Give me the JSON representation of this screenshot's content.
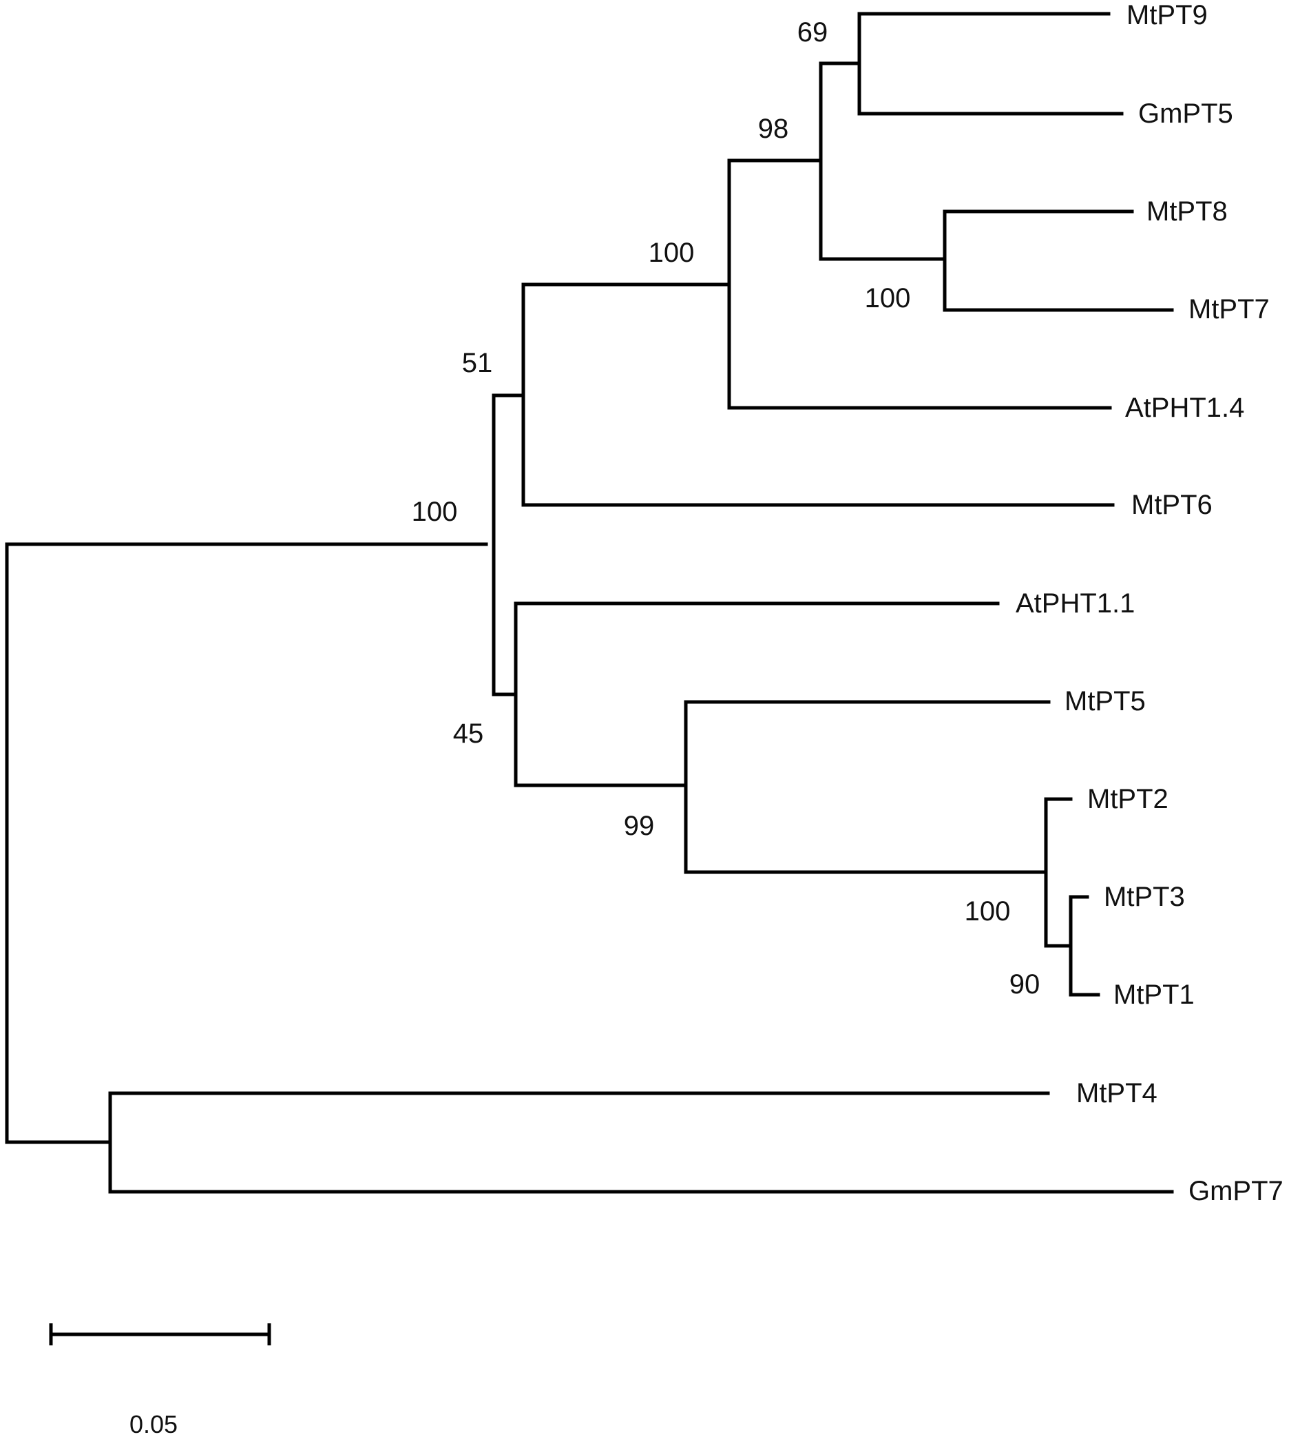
{
  "tree": {
    "line_color": "#000000",
    "taxa": [
      "MtPT9",
      "GmPT5",
      "MtPT8",
      "MtPT7",
      "AtPHT1.4",
      "MtPT6",
      "AtPHT1.1",
      "MtPT5",
      "MtPT2",
      "MtPT3",
      "MtPT1",
      "MtPT4",
      "GmPT7"
    ],
    "bootstrap_values": [
      "69",
      "98",
      "100",
      "100",
      "51",
      "100",
      "45",
      "99",
      "100",
      "90"
    ],
    "scale_bar": {
      "value": 0.05,
      "label": "0.05"
    }
  }
}
